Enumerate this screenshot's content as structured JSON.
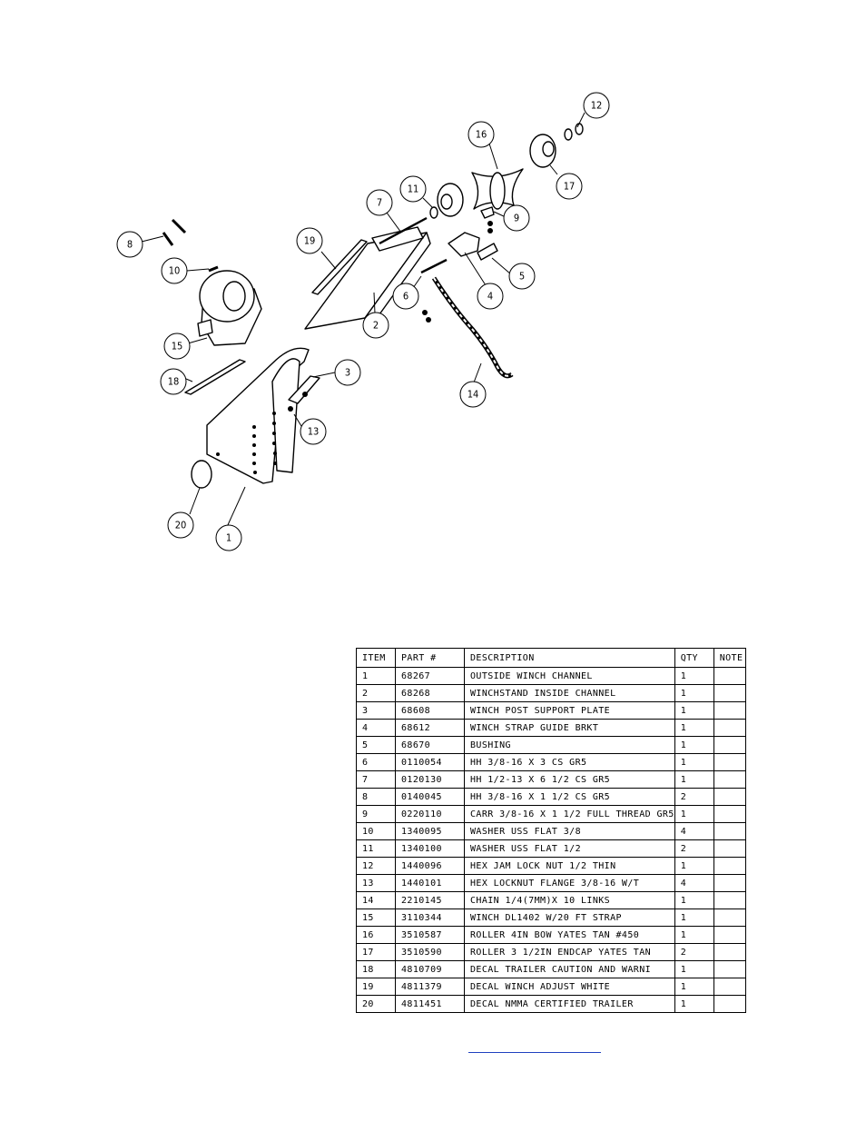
{
  "callouts": [
    "1",
    "2",
    "3",
    "4",
    "5",
    "6",
    "7",
    "8",
    "9",
    "10",
    "11",
    "12",
    "13",
    "14",
    "15",
    "16",
    "17",
    "18",
    "19",
    "20"
  ],
  "table": {
    "headers": [
      "ITEM",
      "PART #",
      "DESCRIPTION",
      "QTY",
      "NOTE"
    ],
    "rows": [
      {
        "item": "1",
        "part": "68267",
        "desc": "OUTSIDE WINCH CHANNEL",
        "qty": "1",
        "note": ""
      },
      {
        "item": "2",
        "part": "68268",
        "desc": "WINCHSTAND   INSIDE CHANNEL",
        "qty": "1",
        "note": ""
      },
      {
        "item": "3",
        "part": "68608",
        "desc": "WINCH POST SUPPORT PLATE",
        "qty": "1",
        "note": ""
      },
      {
        "item": "4",
        "part": "68612",
        "desc": "WINCH STRAP GUIDE BRKT",
        "qty": "1",
        "note": ""
      },
      {
        "item": "5",
        "part": "68670",
        "desc": "BUSHING",
        "qty": "1",
        "note": ""
      },
      {
        "item": "6",
        "part": "0110054",
        "desc": "HH 3/8-16 X 3 CS GR5",
        "qty": "1",
        "note": ""
      },
      {
        "item": "7",
        "part": "0120130",
        "desc": "HH 1/2-13 X 6 1/2 CS GR5",
        "qty": "1",
        "note": ""
      },
      {
        "item": "8",
        "part": "0140045",
        "desc": "HH 3/8-16 X 1 1/2 CS GR5",
        "qty": "2",
        "note": ""
      },
      {
        "item": "9",
        "part": "0220110",
        "desc": "CARR 3/8-16 X 1 1/2 FULL THREAD GR5",
        "qty": "1",
        "note": ""
      },
      {
        "item": "10",
        "part": "1340095",
        "desc": "WASHER USS FLAT 3/8",
        "qty": "4",
        "note": ""
      },
      {
        "item": "11",
        "part": "1340100",
        "desc": "WASHER USS FLAT 1/2",
        "qty": "2",
        "note": ""
      },
      {
        "item": "12",
        "part": "1440096",
        "desc": "HEX JAM LOCK NUT 1/2 THIN",
        "qty": "1",
        "note": ""
      },
      {
        "item": "13",
        "part": "1440101",
        "desc": "HEX LOCKNUT FLANGE 3/8-16 W/T",
        "qty": "4",
        "note": ""
      },
      {
        "item": "14",
        "part": "2210145",
        "desc": "CHAIN 1/4(7MM)X 10 LINKS",
        "qty": "1",
        "note": ""
      },
      {
        "item": "15",
        "part": "3110344",
        "desc": "WINCH DL1402 W/20 FT STRAP",
        "qty": "1",
        "note": ""
      },
      {
        "item": "16",
        "part": "3510587",
        "desc": "ROLLER 4IN BOW YATES TAN #450",
        "qty": "1",
        "note": ""
      },
      {
        "item": "17",
        "part": "3510590",
        "desc": "ROLLER 3 1/2IN ENDCAP YATES TAN",
        "qty": "2",
        "note": ""
      },
      {
        "item": "18",
        "part": "4810709",
        "desc": "DECAL TRAILER CAUTION AND WARNI",
        "qty": "1",
        "note": ""
      },
      {
        "item": "19",
        "part": "4811379",
        "desc": "DECAL WINCH ADJUST WHITE",
        "qty": "1",
        "note": ""
      },
      {
        "item": "20",
        "part": "4811451",
        "desc": "DECAL NMMA CERTIFIED TRAILER",
        "qty": "1",
        "note": ""
      }
    ]
  }
}
